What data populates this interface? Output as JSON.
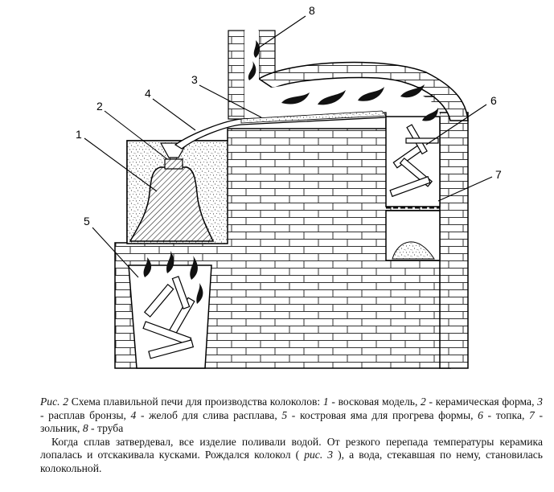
{
  "figure": {
    "callouts": [
      "1",
      "2",
      "3",
      "4",
      "5",
      "6",
      "7",
      "8"
    ]
  },
  "caption": {
    "fig_label": "Рис. 2",
    "title": " Схема плавильной печи для производства колоколов: ",
    "n1": "1",
    "t1": " - восковая модель, ",
    "n2": "2",
    "t2": " - керамическая форма, ",
    "n3": "3",
    "t3": " - расплав бронзы, ",
    "n4": "4",
    "t4": " - желоб для слива расплава, ",
    "n5": "5",
    "t5": " - костровая яма для прогрева формы, ",
    "n6": "6",
    "t6": " - топка, ",
    "n7": "7",
    "t7": " - зольник, ",
    "n8": "8",
    "t8": " - труба"
  },
  "body_text": {
    "part1": "Когда сплав затвердевал, все изделие поливали водой. От резкого перепада температуры керамика лопалась и отскакивала кусками. Рождался колокол ( ",
    "ref": "рис. 3",
    "part2": " ), а вода, стекавшая по нему, становилась колокольной."
  }
}
